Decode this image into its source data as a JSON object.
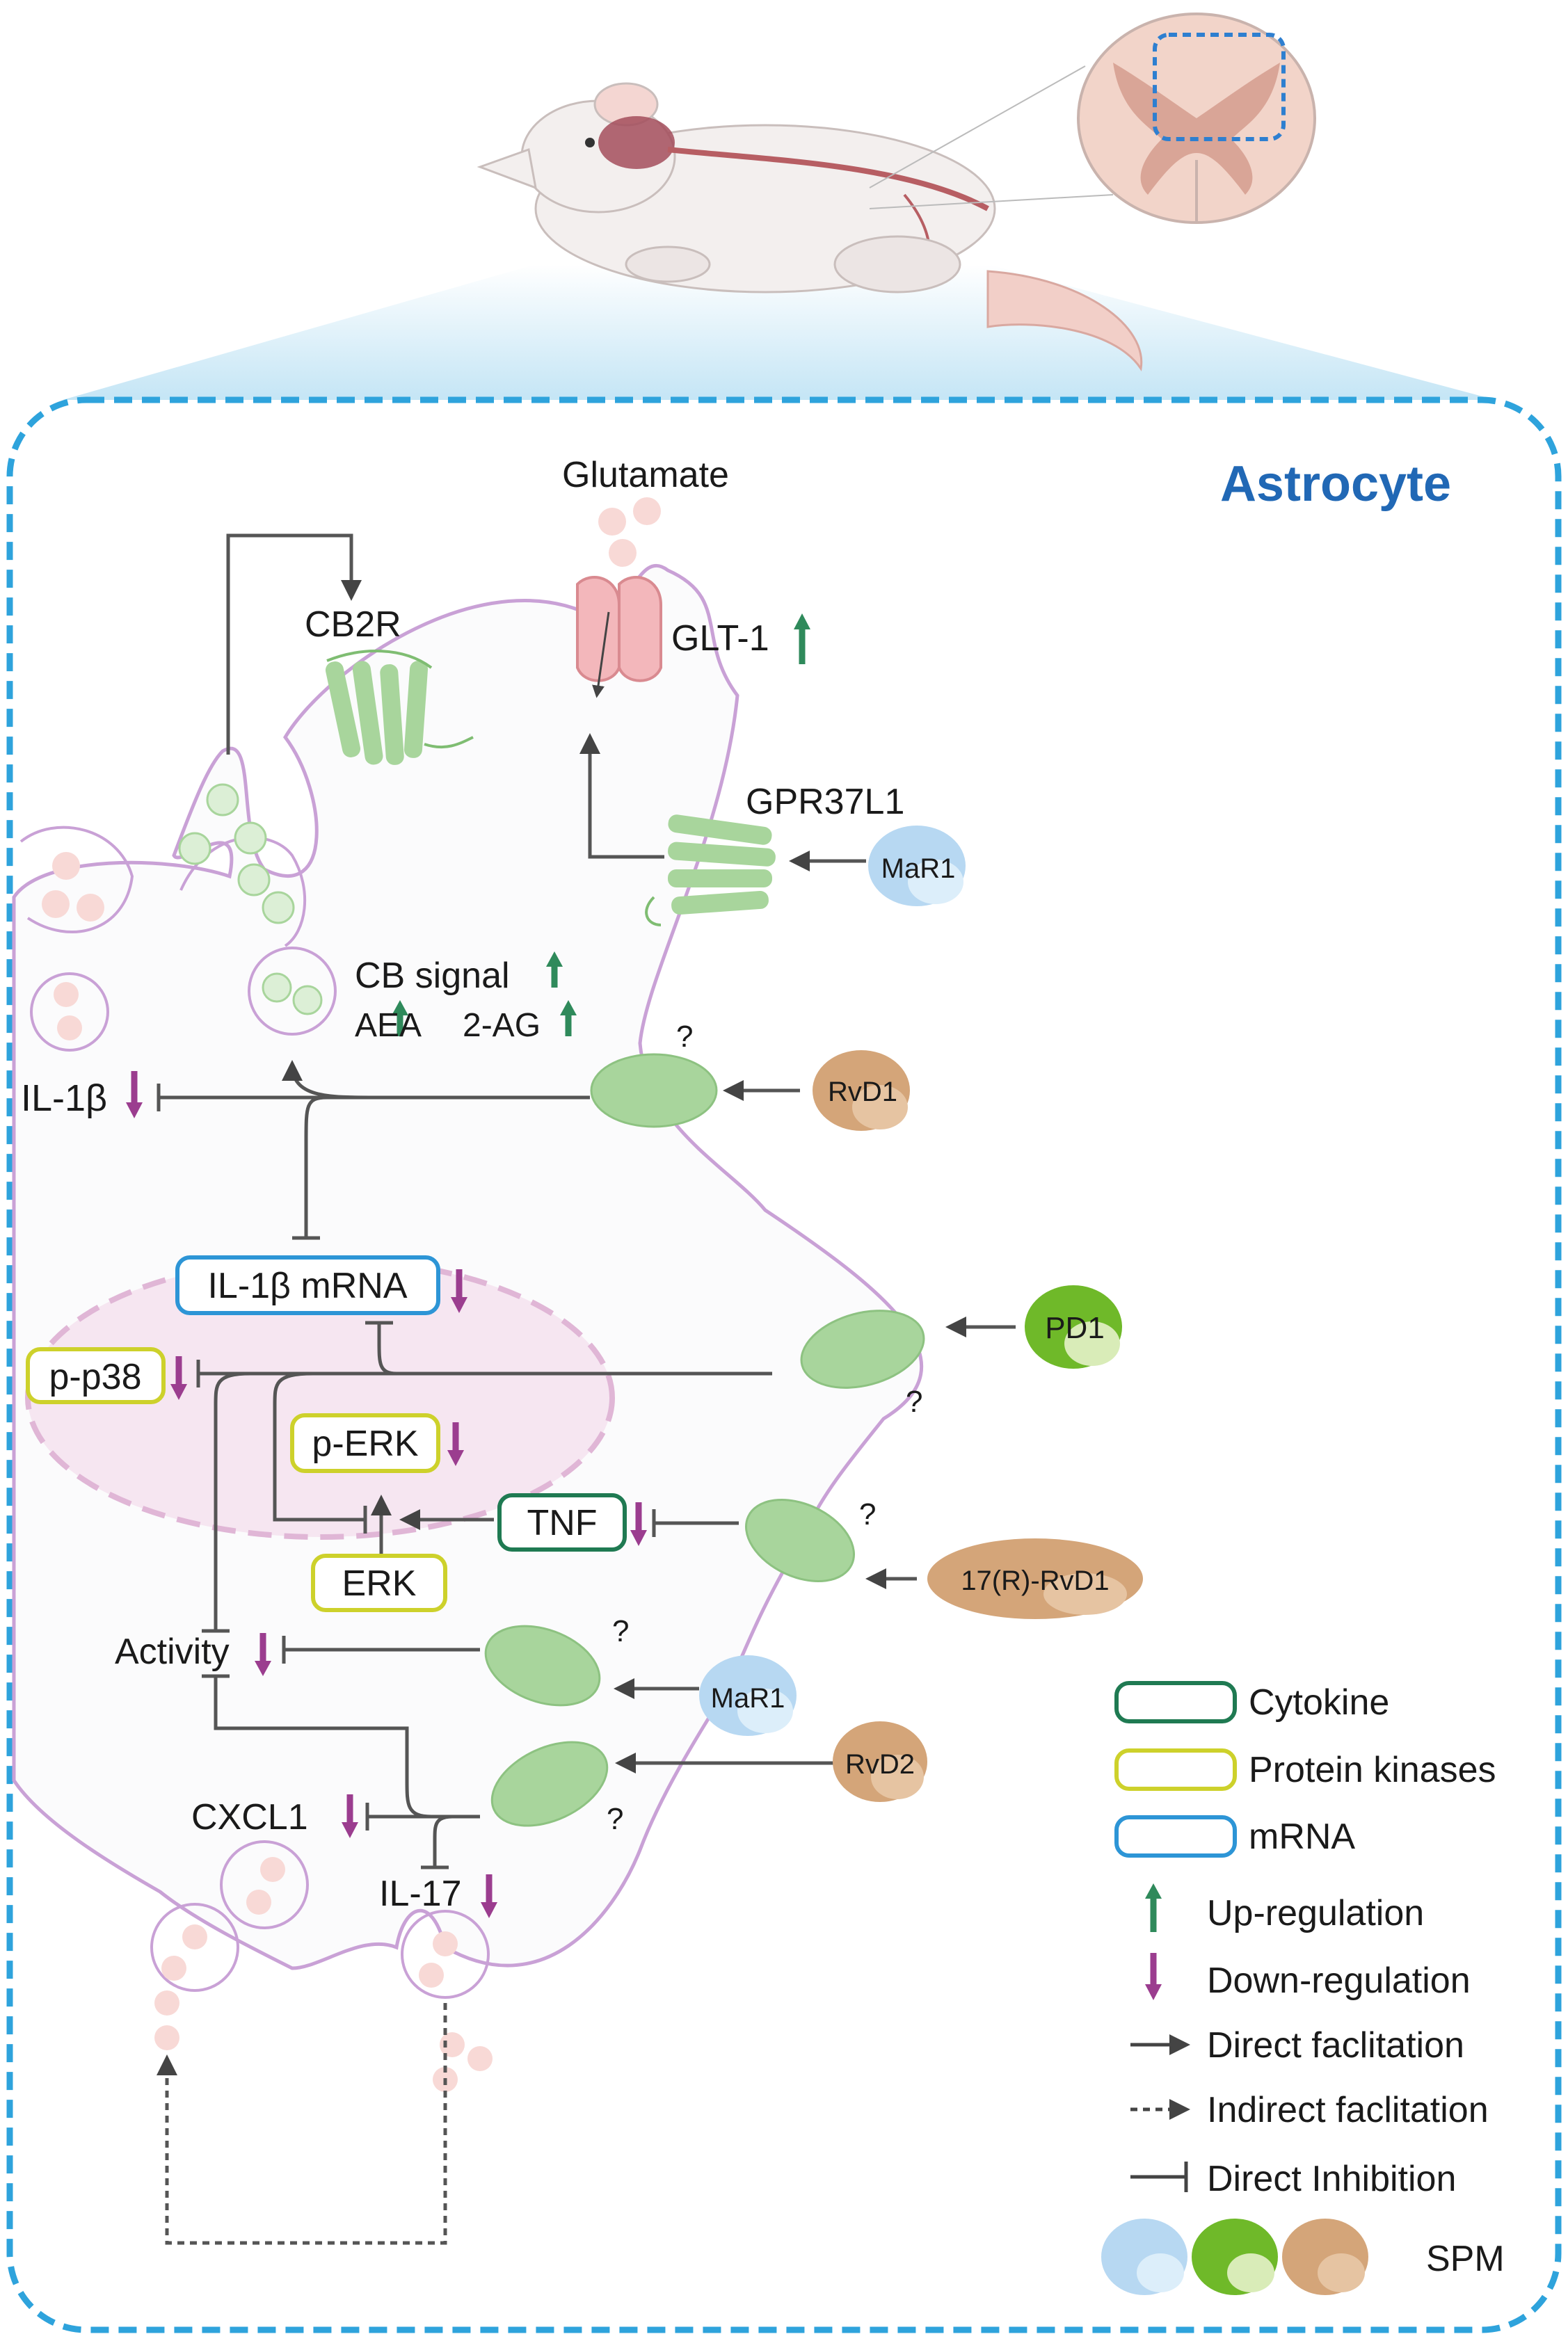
{
  "title": "Astrocyte",
  "colors": {
    "frame_blue": "#2ea3dc",
    "membrane": "#c9a1d6",
    "receptor_green": "#a8d59c",
    "nucleus_fill": "#f6e6f1",
    "nucleus_stroke": "#e0b6d6",
    "up_arrow": "#2f8a5b",
    "down_arrow": "#9b3d8f",
    "cytokine_box": "#1f7a52",
    "kinase_box": "#cdd12b",
    "mrna_box": "#2d95d6",
    "spm_blue": "#b7d8f2",
    "spm_green": "#6fb929",
    "spm_tan": "#d4a579"
  },
  "labels": {
    "glutamate": "Glutamate",
    "glt1": "GLT-1",
    "cb2r": "CB2R",
    "gpr37l1": "GPR37L1",
    "mar1_top": "MaR1",
    "cb_signal": "CB signal",
    "aea": "AEA",
    "two_ag": "2-AG",
    "il1b": "IL-1β",
    "rvd1": "RvD1",
    "il1b_mrna": "IL-1β mRNA",
    "pd1": "PD1",
    "pp38": "p-p38",
    "perk": "p-ERK",
    "tnf": "TNF",
    "erk": "ERK",
    "rvd1_17r": "17(R)-RvD1",
    "activity": "Activity",
    "mar1_bottom": "MaR1",
    "rvd2": "RvD2",
    "cxcl1": "CXCL1",
    "il17": "IL-17",
    "question": "?"
  },
  "legend": {
    "cytokine": "Cytokine",
    "protein_kinases": "Protein kinases",
    "mrna": "mRNA",
    "up_regulation": "Up-regulation",
    "down_regulation": "Down-regulation",
    "direct_facilitation": "Direct faclitation",
    "indirect_facilitation": "Indirect faclitation",
    "direct_inhibition": "Direct Inhibition",
    "spm": "SPM"
  }
}
